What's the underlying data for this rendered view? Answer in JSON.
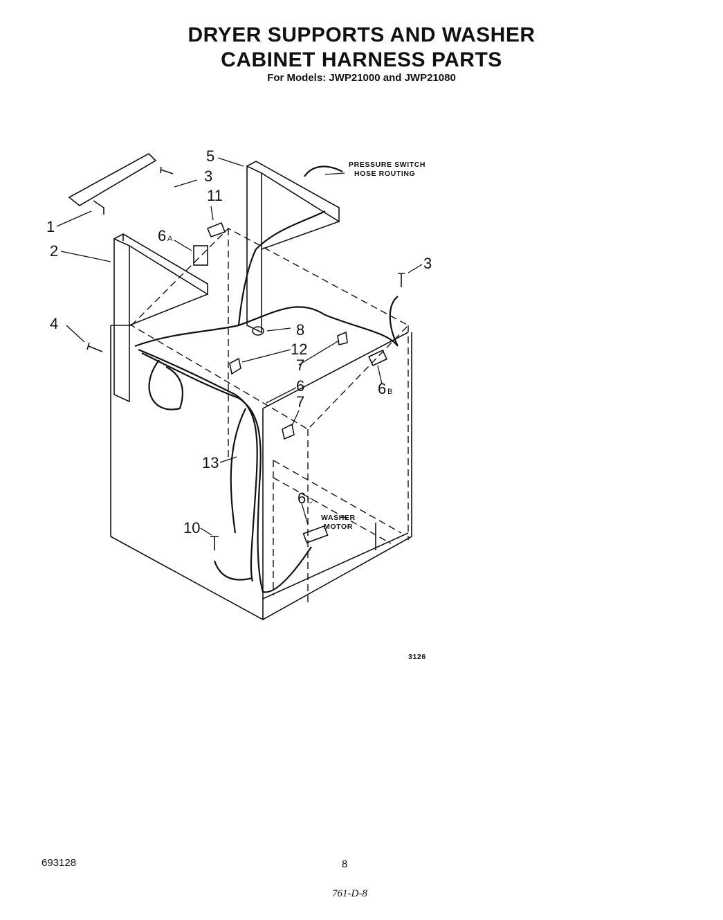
{
  "title": {
    "line1": "DRYER SUPPORTS AND WASHER",
    "line2": "CABINET HARNESS PARTS",
    "models": "For Models: JWP21000 and JWP21080"
  },
  "callouts": {
    "c1": "1",
    "c2": "2",
    "c3a": "3",
    "c3b": "3",
    "c4": "4",
    "c5": "5",
    "c6": "6",
    "c6a": "6",
    "c6a_sub": "A",
    "c6b": "6",
    "c6b_sub": "B",
    "c6c": "6",
    "c6c_sub": "C",
    "c7a": "7",
    "c7b": "7",
    "c8": "8",
    "c10": "10",
    "c11": "11",
    "c12": "12",
    "c13": "13"
  },
  "notes": {
    "pressure_switch_l1": "PRESSURE SWITCH",
    "pressure_switch_l2": "HOSE ROUTING",
    "washer_motor_l1": "WASHER",
    "washer_motor_l2": "MOTOR",
    "figure_number": "3126"
  },
  "footer": {
    "doc_number": "693128",
    "page_number": "8",
    "handwritten": "761-D-8"
  }
}
